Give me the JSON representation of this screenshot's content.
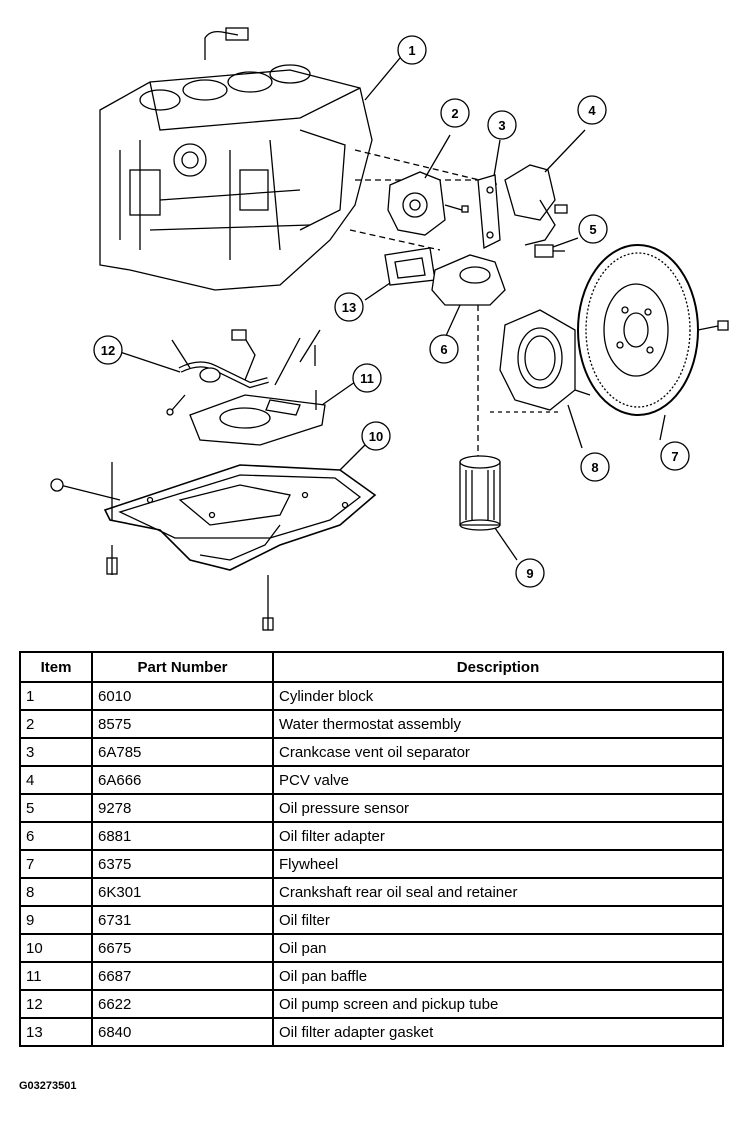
{
  "callouts": [
    "1",
    "2",
    "3",
    "4",
    "5",
    "6",
    "7",
    "8",
    "9",
    "10",
    "11",
    "12",
    "13"
  ],
  "table": {
    "headers": [
      "Item",
      "Part Number",
      "Description"
    ],
    "rows": [
      [
        "1",
        "6010",
        "Cylinder block"
      ],
      [
        "2",
        "8575",
        "Water thermostat assembly"
      ],
      [
        "3",
        "6A785",
        "Crankcase vent oil separator"
      ],
      [
        "4",
        "6A666",
        "PCV valve"
      ],
      [
        "5",
        "9278",
        "Oil pressure sensor"
      ],
      [
        "6",
        "6881",
        "Oil filter adapter"
      ],
      [
        "7",
        "6375",
        "Flywheel"
      ],
      [
        "8",
        "6K301",
        "Crankshaft rear oil seal and retainer"
      ],
      [
        "9",
        "6731",
        "Oil filter"
      ],
      [
        "10",
        "6675",
        "Oil pan"
      ],
      [
        "11",
        "6687",
        "Oil pan baffle"
      ],
      [
        "12",
        "6622",
        "Oil pump screen and pickup tube"
      ],
      [
        "13",
        "6840",
        "Oil filter adapter gasket"
      ]
    ]
  },
  "figure_id": "G03273501"
}
